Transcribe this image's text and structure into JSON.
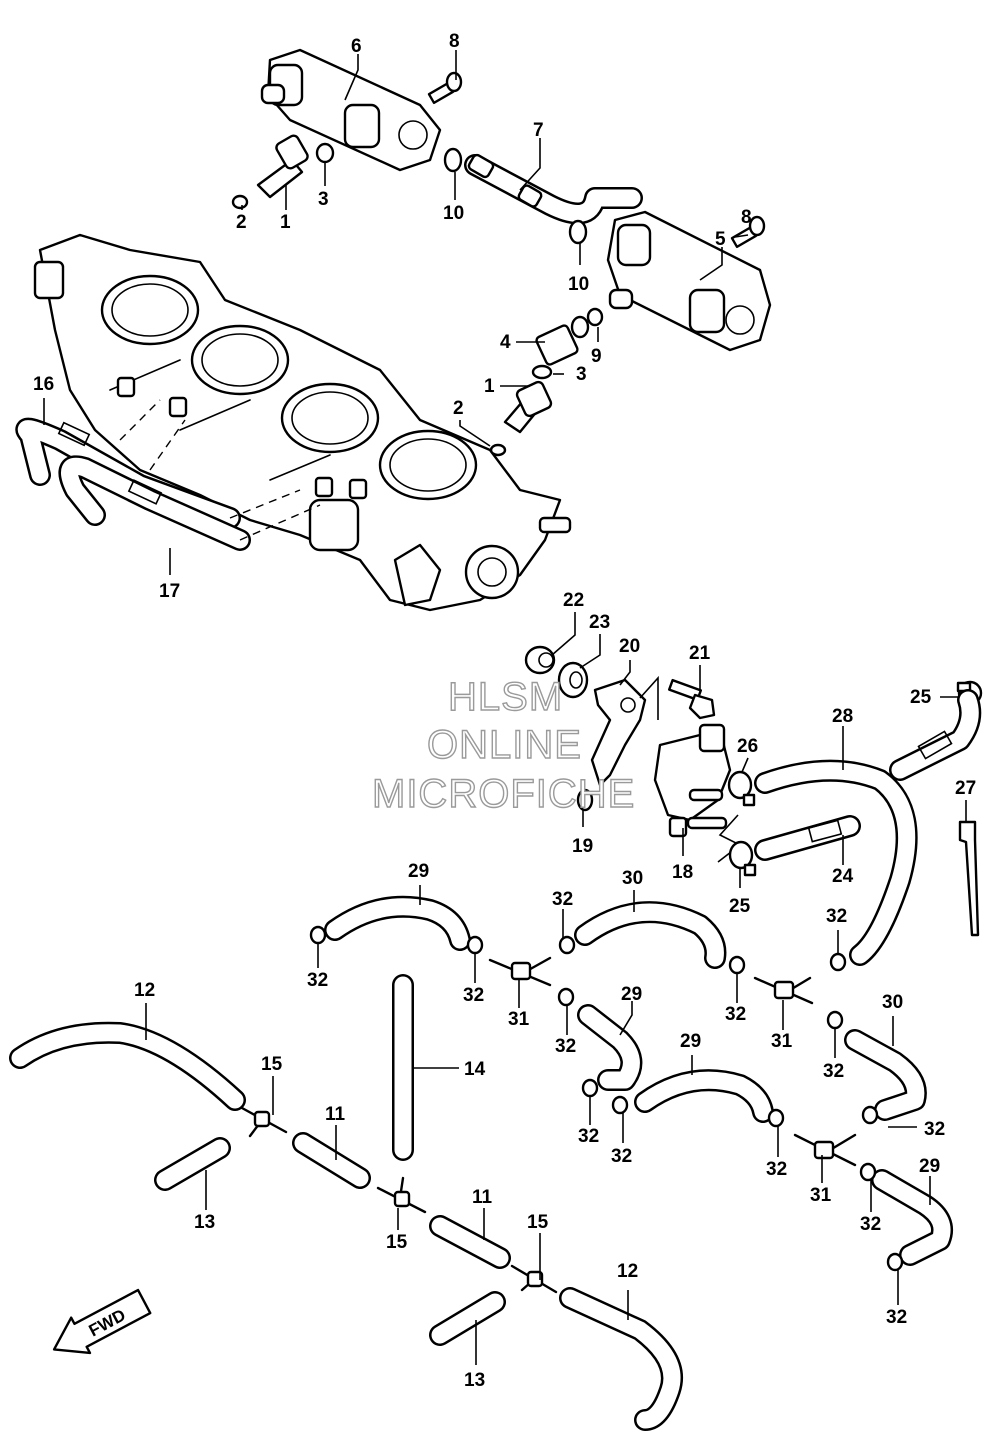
{
  "watermark": {
    "line1": "HLSM",
    "line2": "ONLINE",
    "line3": "MICROFICHE"
  },
  "direction_marker": "FWD",
  "callouts": {
    "c1a": "1",
    "c1b": "1",
    "c2a": "2",
    "c2b": "2",
    "c3a": "3",
    "c3b": "3",
    "c4": "4",
    "c5": "5",
    "c6": "6",
    "c7": "7",
    "c8a": "8",
    "c8b": "8",
    "c9": "9",
    "c10a": "10",
    "c10b": "10",
    "c11a": "11",
    "c11b": "11",
    "c12a": "12",
    "c12b": "12",
    "c13a": "13",
    "c13b": "13",
    "c14": "14",
    "c15a": "15",
    "c15b": "15",
    "c15c": "15",
    "c16": "16",
    "c17": "17",
    "c18": "18",
    "c19": "19",
    "c20": "20",
    "c21": "21",
    "c22": "22",
    "c23": "23",
    "c24": "24",
    "c25a": "25",
    "c25b": "25",
    "c26": "26",
    "c27": "27",
    "c28": "28",
    "c29a": "29",
    "c29b": "29",
    "c29c": "29",
    "c29d": "29",
    "c30a": "30",
    "c30b": "30",
    "c31a": "31",
    "c31b": "31",
    "c31c": "31",
    "c32a": "32",
    "c32b": "32",
    "c32c": "32",
    "c32d": "32",
    "c32e": "32",
    "c32f": "32",
    "c32g": "32",
    "c32h": "32",
    "c32i": "32",
    "c32j": "32",
    "c32k": "32",
    "c32l": "32",
    "c32m": "32"
  }
}
